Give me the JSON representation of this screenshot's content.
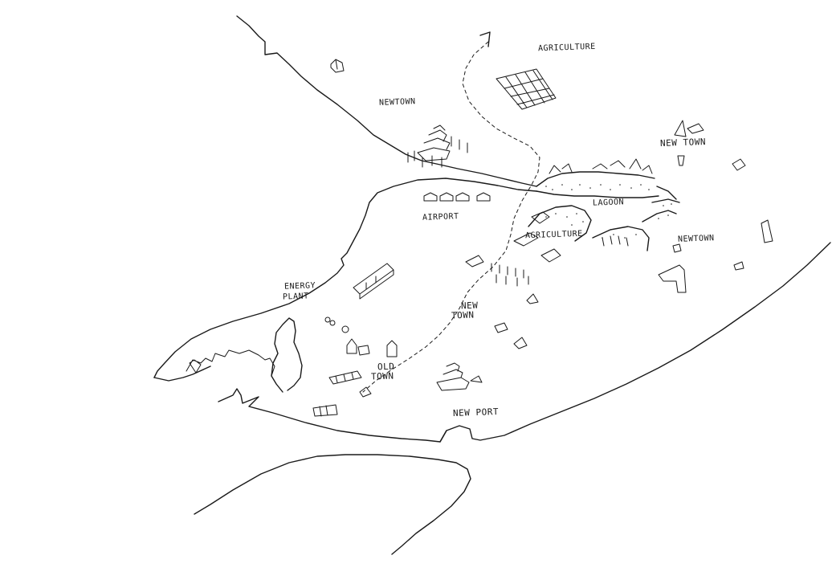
{
  "labels": {
    "agriculture_north": "AGRICULTURE",
    "newtown_north": "NEWTOWN",
    "new_town_east": "NEW TOWN",
    "lagoon": "LAGOON",
    "airport": "AIRPORT",
    "agriculture_center": "AGRICULTURE",
    "newtown_east_lower": "NEWTOWN",
    "energy_plant_line1": "ENERGY",
    "energy_plant_line2": "PLANT",
    "new_town_center_line1": "NEW",
    "new_town_center_line2": "TOWN",
    "old_town_line1": "OLD",
    "old_town_line2": "TOWN",
    "new_port": "NEW PORT"
  },
  "colors": {
    "ink": "#1a1a1a",
    "paper": "#ffffff"
  },
  "icons": {
    "north_arrow": "arrow-up-right-icon"
  }
}
